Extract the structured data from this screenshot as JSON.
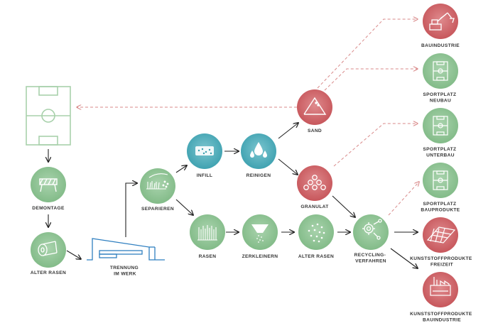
{
  "colors": {
    "green": "#88c08d",
    "green_light": "#d7ead8",
    "red": "#c9585d",
    "red_light": "#f1c8c9",
    "teal": "#3aa6b5",
    "teal_light": "#cfe9ee",
    "blue": "#2f7fc0",
    "arrow": "#222222",
    "dashed": "#d98a8a",
    "text": "#333333"
  },
  "nodes": {
    "demontage": {
      "lines": [
        "DEMONTAGE"
      ],
      "icon": "barrier-icon"
    },
    "alter_rasen_left": {
      "lines": [
        "ALTER RASEN"
      ],
      "icon": "turf-roll-icon"
    },
    "trennung": {
      "lines": [
        "TRENNUNG",
        "IM WERK"
      ],
      "icon": "factory-icon"
    },
    "separieren": {
      "lines": [
        "SEPARIEREN"
      ],
      "icon": "separator-icon"
    },
    "infill": {
      "lines": [
        "INFILL"
      ],
      "icon": "infill-icon"
    },
    "reinigen": {
      "lines": [
        "REINIGEN"
      ],
      "icon": "water-drops-icon"
    },
    "sand": {
      "lines": [
        "SAND"
      ],
      "icon": "sand-pile-icon"
    },
    "granulat": {
      "lines": [
        "GRANULAT"
      ],
      "icon": "granules-icon"
    },
    "rasen": {
      "lines": [
        "RASEN"
      ],
      "icon": "grass-blades-icon"
    },
    "zerkleinern": {
      "lines": [
        "ZERKLEINERN"
      ],
      "icon": "shredder-icon"
    },
    "alter_rasen_mid": {
      "lines": [
        "ALTER RASEN"
      ],
      "icon": "fibers-icon"
    },
    "recycling": {
      "lines": [
        "RECYCLING-",
        "VERFAHREN"
      ],
      "icon": "recycling-gear-icon"
    },
    "bauindustrie": {
      "lines": [
        "BAUINDUSTRIE"
      ],
      "icon": "excavator-icon"
    },
    "sportplatz_neubau": {
      "lines": [
        "SPORTPLATZ",
        "NEUBAU"
      ],
      "icon": "football-field-icon"
    },
    "sportplatz_unterbau": {
      "lines": [
        "SPORTPLATZ",
        "UNTERBAU"
      ],
      "icon": "football-field-icon"
    },
    "sportplatz_bauprodukte": {
      "lines": [
        "SPORTPLATZ",
        "BAUPRODUKTE"
      ],
      "icon": "football-field-icon"
    },
    "kunststoff_freizeit": {
      "lines": [
        "KUNSTSTOFFPRODUKTE",
        "FREIZEIT"
      ],
      "icon": "tiles-icon"
    },
    "kunststoff_bau": {
      "lines": [
        "KUNSTSTOFFPRODUKTE",
        "BAUINDUSTRIE"
      ],
      "icon": "plant-icon"
    }
  }
}
